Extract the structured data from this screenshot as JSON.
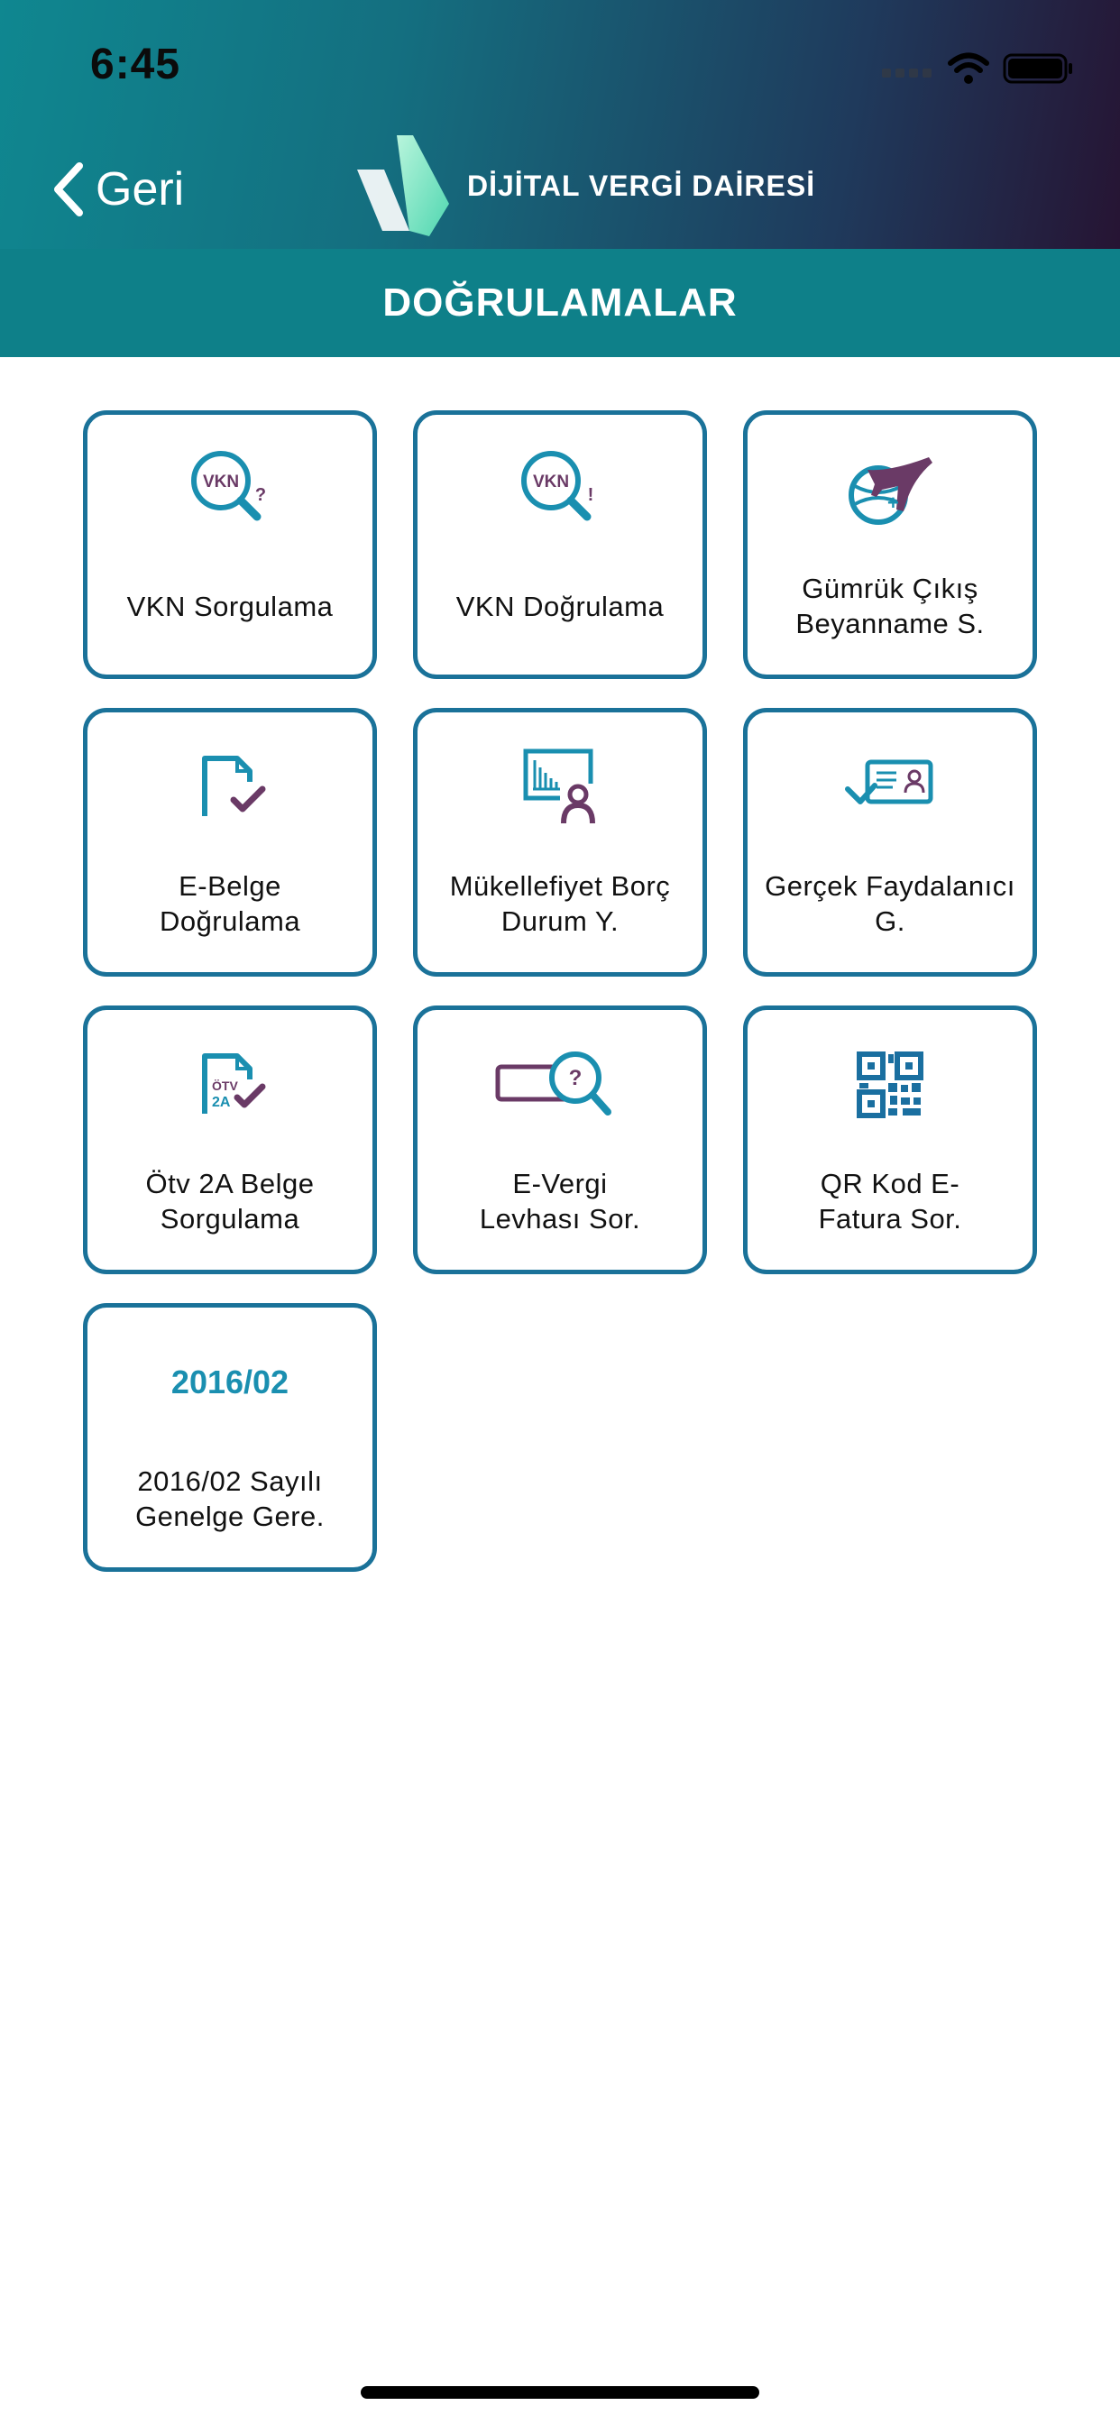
{
  "status_bar": {
    "time": "6:45"
  },
  "nav": {
    "back_label": "Geri",
    "app_title": "DİJİTAL VERGİ DAİRESİ"
  },
  "page_title": "DOĞRULAMALAR",
  "colors": {
    "teal": "#0e8089",
    "card_border": "#1a7299",
    "icon_teal": "#1a8fb0",
    "icon_purple": "#6a3a66"
  },
  "cards": [
    {
      "label_1": "VKN Sorgulama",
      "label_2": "",
      "icon": "vkn-search-icon"
    },
    {
      "label_1": "VKN Doğrulama",
      "label_2": "",
      "icon": "vkn-verify-icon"
    },
    {
      "label_1": "Gümrük Çıkış",
      "label_2": "Beyanname S.",
      "icon": "globe-plane-icon"
    },
    {
      "label_1": "E-Belge",
      "label_2": "Doğrulama",
      "icon": "document-check-icon"
    },
    {
      "label_1": "Mükellefiyet Borç",
      "label_2": "Durum Y.",
      "icon": "chart-person-icon"
    },
    {
      "label_1": "Gerçek Faydalanıcı",
      "label_2": "G.",
      "icon": "id-card-check-icon"
    },
    {
      "label_1": "Ötv 2A Belge",
      "label_2": "Sorgulama",
      "icon": "otv-document-icon",
      "icon_text_1": "ÖTV",
      "icon_text_2": "2A"
    },
    {
      "label_1": "E-Vergi",
      "label_2": "Levhası Sor.",
      "icon": "tax-plate-search-icon"
    },
    {
      "label_1": "QR Kod E-",
      "label_2": "Fatura Sor.",
      "icon": "qr-code-icon"
    },
    {
      "label_1": "2016/02 Sayılı",
      "label_2": "Genelge Gere.",
      "icon": "circular-code-icon",
      "icon_text": "2016/02"
    }
  ]
}
